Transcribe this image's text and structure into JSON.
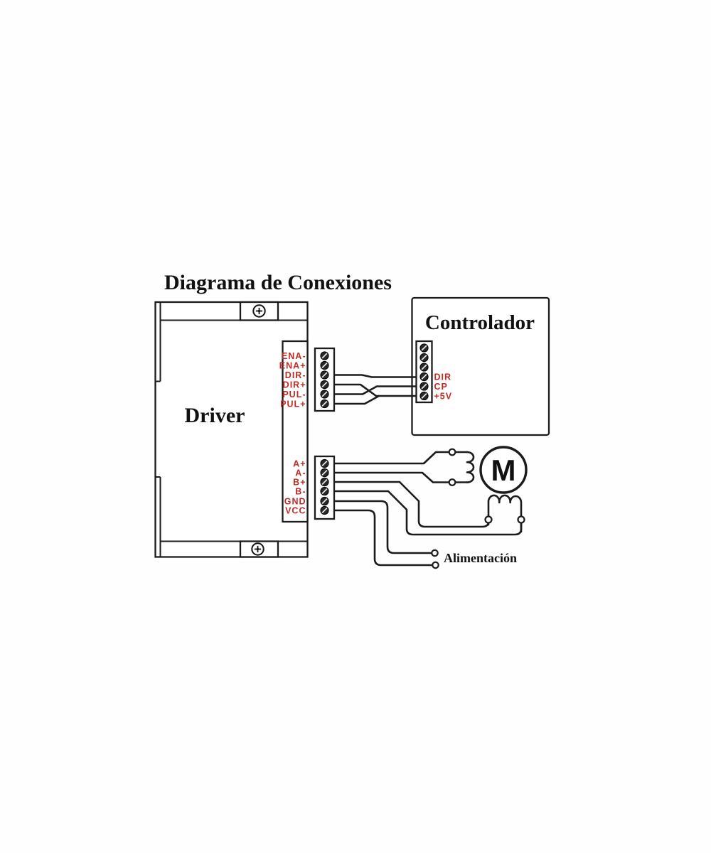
{
  "title": "Diagrama de Conexiones",
  "driver": {
    "label": "Driver",
    "signal_pins": [
      "ENA-",
      "ENA+",
      "DIR-",
      "DIR+",
      "PUL-",
      "PUL+"
    ],
    "power_pins": [
      "A+",
      "A-",
      "B+",
      "B-",
      "GND",
      "VCC"
    ]
  },
  "controller": {
    "label": "Controlador",
    "pins": [
      "DIR",
      "CP",
      "+5V"
    ]
  },
  "motor": {
    "label": "M"
  },
  "power_supply": {
    "label": "Alimentación"
  },
  "colors": {
    "line": "#1b1b1b",
    "pin_label_red": "#c22b24",
    "background": "#ffffff"
  },
  "icons": {
    "terminal_screw": "slotted-screw",
    "case_screw": "phillips-screw",
    "connection_point": "open-circle"
  }
}
